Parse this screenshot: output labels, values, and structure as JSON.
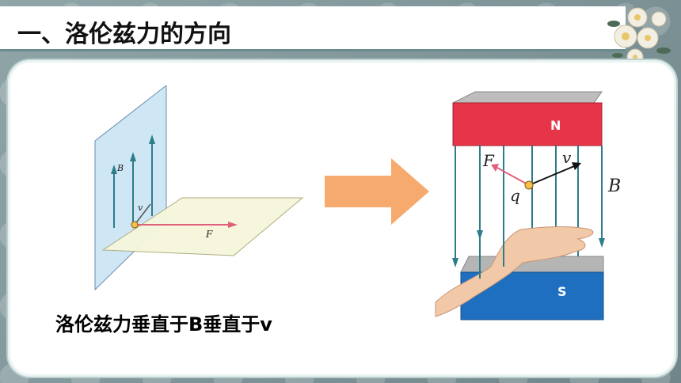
{
  "slide": {
    "title": "一、洛伦兹力的方向",
    "caption": "洛伦兹力垂直于B垂直于v"
  },
  "left_diagram": {
    "label_B": "B",
    "label_v": "v",
    "label_F": "F"
  },
  "right_diagram": {
    "pole_N": "N",
    "pole_S": "S",
    "label_F": "F",
    "label_v": "v",
    "label_q": "q",
    "label_B": "B"
  },
  "colors": {
    "field_line": "#2c7d8a",
    "force_arrow": "#e0607a",
    "magnet_north": "#e63548",
    "magnet_south": "#1f6fc0",
    "arrow_orange": "#f6aa6e"
  }
}
